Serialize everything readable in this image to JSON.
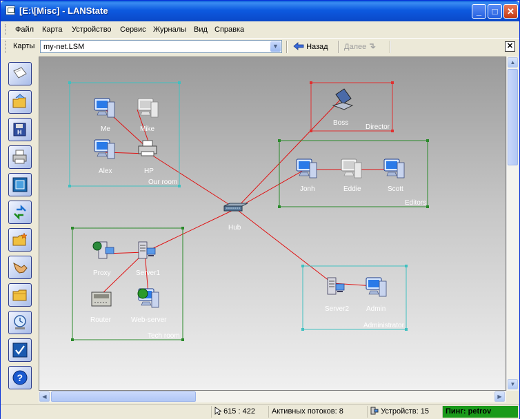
{
  "window": {
    "title": "[E:\\[Misc] - LANState"
  },
  "menu": [
    "Файл",
    "Карта",
    "Устройство",
    "Сервис",
    "Журналы",
    "Вид",
    "Справка"
  ],
  "mapbar": {
    "label": "Карты",
    "current": "my-net.LSM",
    "back": "Назад",
    "forward": "Далее"
  },
  "groups": [
    {
      "label": "Our room",
      "color": "#40c0c0"
    },
    {
      "label": "Director",
      "color": "#e03030"
    },
    {
      "label": "Editors",
      "color": "#2a8a2a"
    },
    {
      "label": "Tech room",
      "color": "#2a8a2a"
    },
    {
      "label": "Administrator",
      "color": "#40c0c0"
    }
  ],
  "devices": {
    "me": "Me",
    "mike": "Mike",
    "alex": "Alex",
    "hp": "HP",
    "boss": "Boss",
    "jonh": "Jonh",
    "eddie": "Eddie",
    "scott": "Scott",
    "hub": "Hub",
    "proxy": "Proxy",
    "server1": "Server1",
    "router": "Router",
    "webserver": "Web-server",
    "server2": "Server2",
    "admin": "Admin"
  },
  "status": {
    "coords": "615 : 422",
    "threads": "Активных потоков: 8",
    "devices": "Устройств: 15",
    "ping": "Пинг: petrov"
  },
  "colors": {
    "link": "#e01010",
    "ping_bg": "#1a9a1a"
  }
}
